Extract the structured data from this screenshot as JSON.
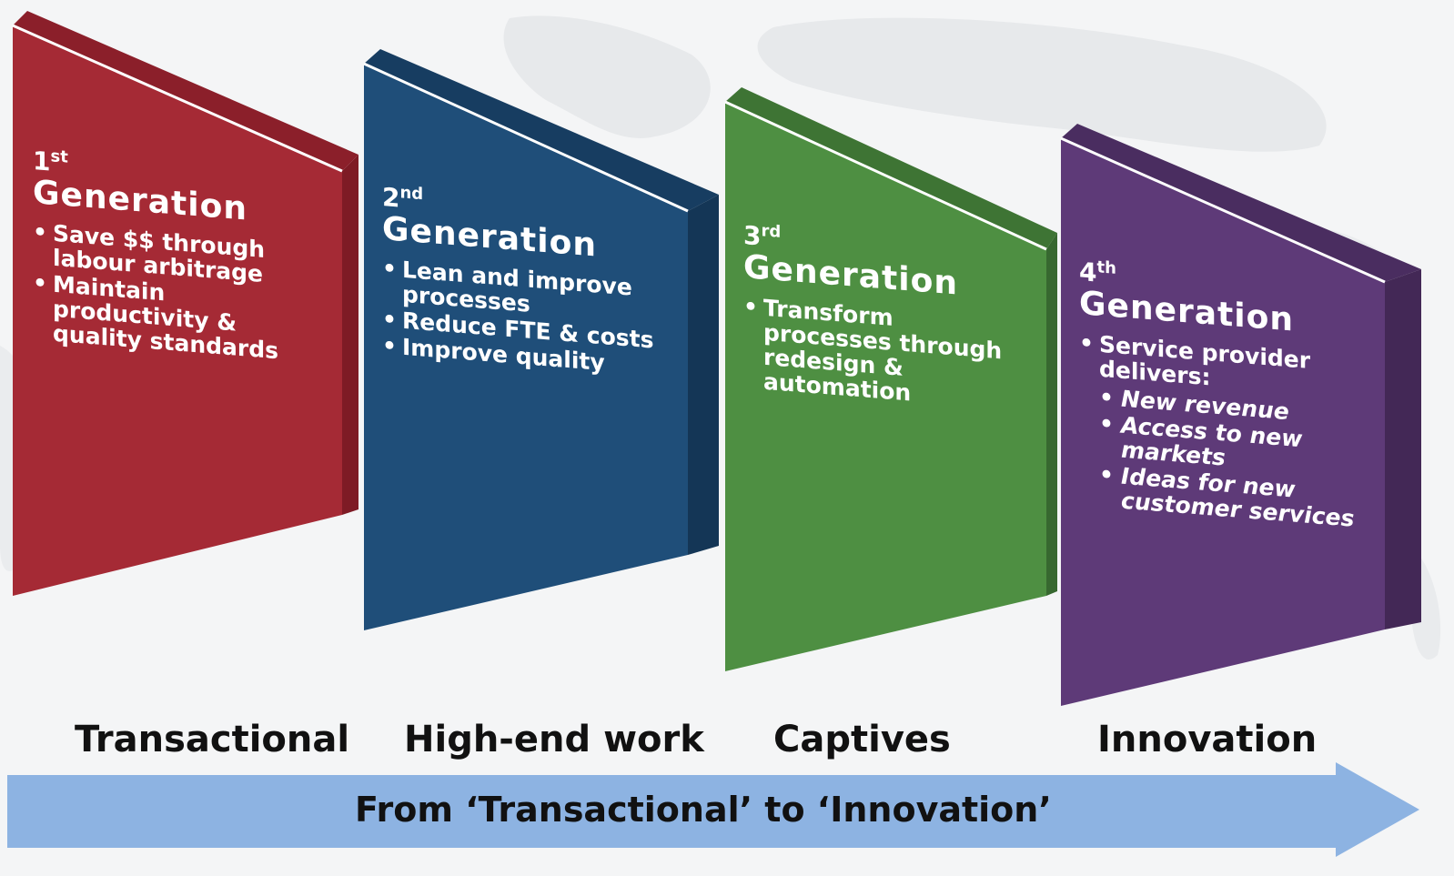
{
  "generations": [
    {
      "num": "1",
      "suffix": "st",
      "title": "Generation",
      "color": "#a52a35",
      "side_color": "#8b1f2a",
      "bullets": [
        {
          "text": "Save $$ through labour arbitrage"
        },
        {
          "text": "Maintain productivity & quality standards"
        }
      ],
      "stage": "Transactional"
    },
    {
      "num": "2",
      "suffix": "nd",
      "title": "Generation",
      "color": "#1f4e79",
      "side_color": "#173d61",
      "bullets": [
        {
          "text": "Lean and improve processes"
        },
        {
          "text": "Reduce FTE & costs"
        },
        {
          "text": "Improve quality"
        }
      ],
      "stage": "High-end work"
    },
    {
      "num": "3",
      "suffix": "rd",
      "title": "Generation",
      "color": "#4e8f42",
      "side_color": "#3e7434",
      "bullets": [
        {
          "text": "Transform processes through redesign & automation"
        }
      ],
      "stage": "Captives"
    },
    {
      "num": "4",
      "suffix": "th",
      "title": "Generation",
      "color": "#5e3a78",
      "side_color": "#4a2d60",
      "bullets": [
        {
          "text": "Service provider delivers:",
          "sub": [
            "New revenue",
            "Access to new markets",
            "Ideas for new customer services"
          ]
        }
      ],
      "stage": "Innovation"
    }
  ],
  "arrow": {
    "label": "From ‘Transactional’ to ‘Innovation’",
    "color": "#8db3e2"
  }
}
